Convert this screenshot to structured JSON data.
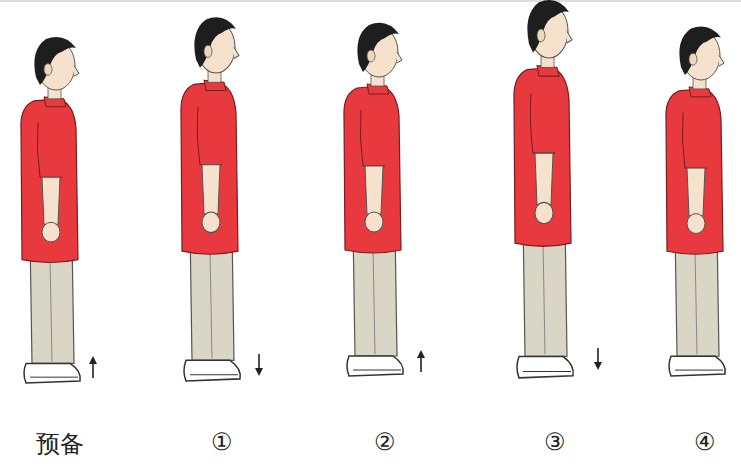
{
  "diagram": {
    "labels": [
      "预备",
      "①",
      "②",
      "③",
      "④"
    ]
  }
}
